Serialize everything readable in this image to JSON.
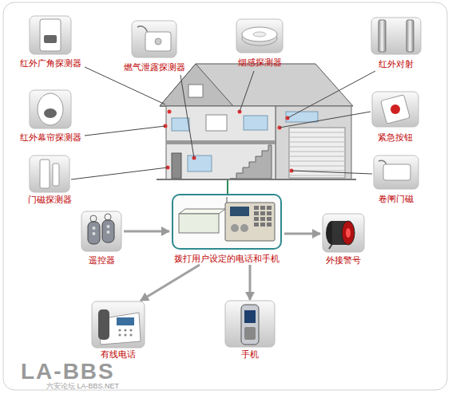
{
  "diagram": {
    "nodes": [
      {
        "text": [
          "红外广角探测器"
        ]
      },
      {
        "text": [
          "燃气泄露探测器"
        ]
      },
      {
        "text": [
          "烟感探测器"
        ]
      },
      {
        "text": [
          "红外对射"
        ]
      },
      {
        "text": [
          "红外幕帘探测器"
        ]
      },
      {
        "text": [
          "紧急按钮"
        ]
      },
      {
        "text": [
          "门磁探测器"
        ]
      },
      {
        "text": [
          "卷闸门磁"
        ]
      },
      {
        "text": [
          "遥控器"
        ]
      },
      {
        "text": [
          "拨打用户设定的电话和手机"
        ]
      },
      {
        "text": [
          "外接警号"
        ]
      },
      {
        "text": [
          "有线电话"
        ]
      },
      {
        "text": [
          "手机"
        ]
      }
    ],
    "edges": [
      {
        "from": 8,
        "to": 9,
        "arrow": "to"
      },
      {
        "from": 9,
        "to": 10,
        "arrow": "to"
      },
      {
        "from": 9,
        "to": 11,
        "arrow": "to"
      },
      {
        "from": 9,
        "to": 12,
        "arrow": "to"
      }
    ],
    "labels": [
      "LA-BBS",
      "六安论坛 LA-BBS.NET"
    ]
  }
}
